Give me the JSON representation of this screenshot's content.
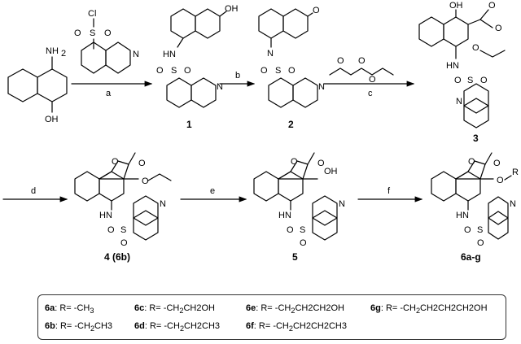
{
  "atoms": {
    "nh2": "NH",
    "nh2_sub": "2",
    "oh": "OH",
    "o": "O",
    "n": "N",
    "hn": "HN",
    "s": "S",
    "cl": "Cl",
    "r": "R"
  },
  "compounds": {
    "c1": "1",
    "c2": "2",
    "c3": "3",
    "c4": "4 (6b)",
    "c5": "5",
    "c6": "6a-g"
  },
  "reagents": {
    "a": "a",
    "b": "b",
    "c": "c",
    "d": "d",
    "e": "e",
    "f": "f"
  },
  "legend": [
    {
      "id": "6a",
      "text": ": R= -CH",
      "sub": "3",
      "tail": ""
    },
    {
      "id": "6b",
      "text": ": R= -CH",
      "sub": "2",
      "tail": "CH3"
    },
    {
      "id": "6c",
      "text": ": R= -CH",
      "sub": "2",
      "tail": "CH2OH"
    },
    {
      "id": "6d",
      "text": ": R= -CH",
      "sub": "2",
      "tail": "CH2CH3"
    },
    {
      "id": "6e",
      "text": ": R= -CH",
      "sub": "2",
      "tail": "CH2CH2OH"
    },
    {
      "id": "6f",
      "text": ": R= -CH",
      "sub": "2",
      "tail": "CH2CH2CH3"
    },
    {
      "id": "6g",
      "text": ": R= -CH",
      "sub": "2",
      "tail": "CH2CH2CH2OH"
    }
  ]
}
